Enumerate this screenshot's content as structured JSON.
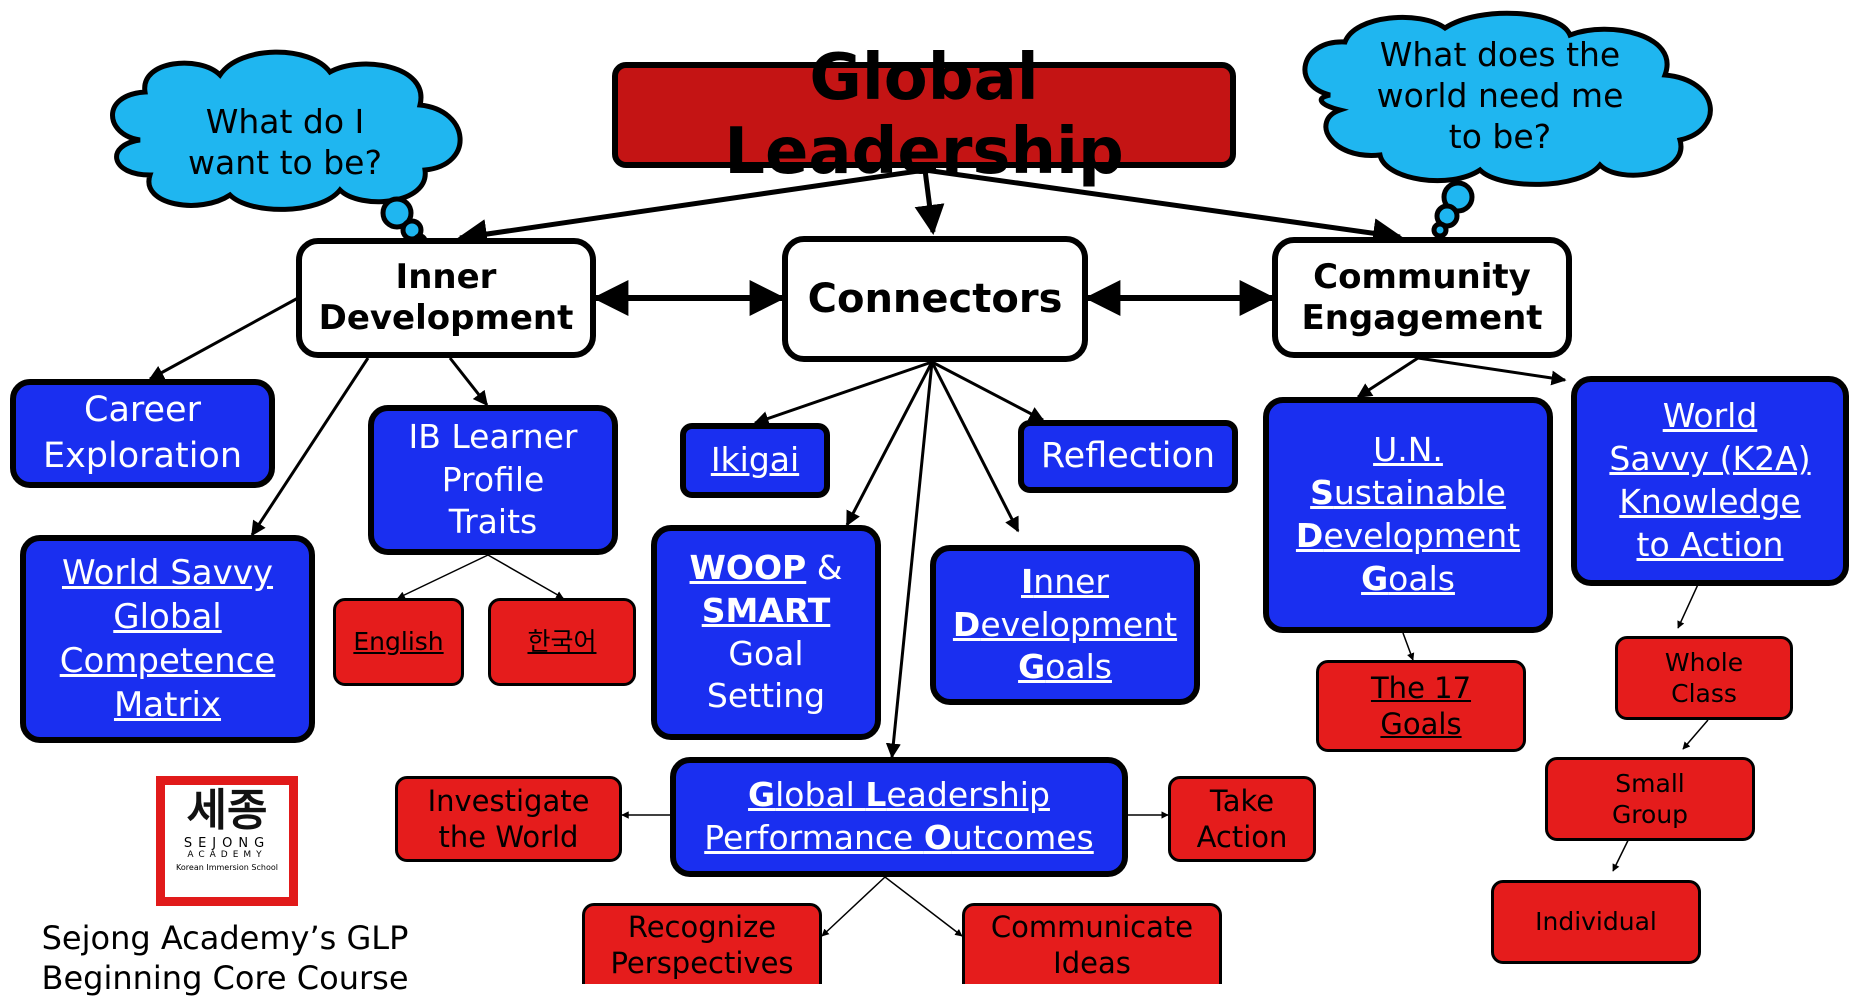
{
  "title": "Global Leadership",
  "clouds": {
    "left": [
      "What do I",
      "want to be?"
    ],
    "right": [
      "What does the",
      "world need me",
      "to be?"
    ]
  },
  "pillars": {
    "inner": [
      "Inner",
      "Development"
    ],
    "connectors": "Connectors",
    "community": [
      "Community",
      "Engagement"
    ]
  },
  "inner_items": {
    "career": [
      "Career",
      "Exploration"
    ],
    "ib": [
      "IB Learner",
      "Profile",
      "Traits"
    ],
    "ws_matrix": [
      "World Savvy",
      "Global",
      "Competence",
      "Matrix"
    ],
    "english": "English",
    "korean": "한국어"
  },
  "connector_items": {
    "ikigai": "Ikigai",
    "reflection": "Reflection",
    "woop": {
      "a": "WOOP",
      "amp": " &",
      "b": "SMART",
      "c": "Goal",
      "d": "Setting"
    },
    "idg": {
      "l1a": "I",
      "l1b": "nner",
      "l2a": "D",
      "l2b": "evelopment",
      "l3a": "G",
      "l3b": "oals"
    },
    "glpo": {
      "a": "G",
      "b": "lobal ",
      "c": "L",
      "d": "eadership",
      "e": "Performance ",
      "f": "O",
      "g": "utcomes"
    },
    "investigate": [
      "Investigate",
      "the World"
    ],
    "take_action": [
      "Take",
      "Action"
    ],
    "recognize": [
      "Recognize",
      "Perspectives"
    ],
    "communicate": [
      "Communicate",
      "Ideas"
    ]
  },
  "community_items": {
    "sdg": {
      "l1": "U.N.",
      "l2a": "S",
      "l2b": "ustainable",
      "l3a": "D",
      "l3b": "evelopment",
      "l4a": "G",
      "l4b": "oals"
    },
    "seventeen": [
      "The 17",
      "Goals"
    ],
    "k2a": [
      "World",
      "Savvy (K2A)",
      "Knowledge",
      "to Action"
    ],
    "whole": [
      "Whole",
      "Class"
    ],
    "small": [
      "Small",
      "Group"
    ],
    "individual": "Individual"
  },
  "logo": {
    "korean": "세종",
    "name": "SEJONG",
    "academy": "ACADEMY",
    "school": "Korean Immersion School"
  },
  "caption": [
    "Sejong Academy’s GLP",
    "Beginning Core Course"
  ],
  "colors": {
    "title": "#c41414",
    "blue": "#1a2ff0",
    "red": "#e51c1c",
    "cloud": "#1fb6f0"
  }
}
